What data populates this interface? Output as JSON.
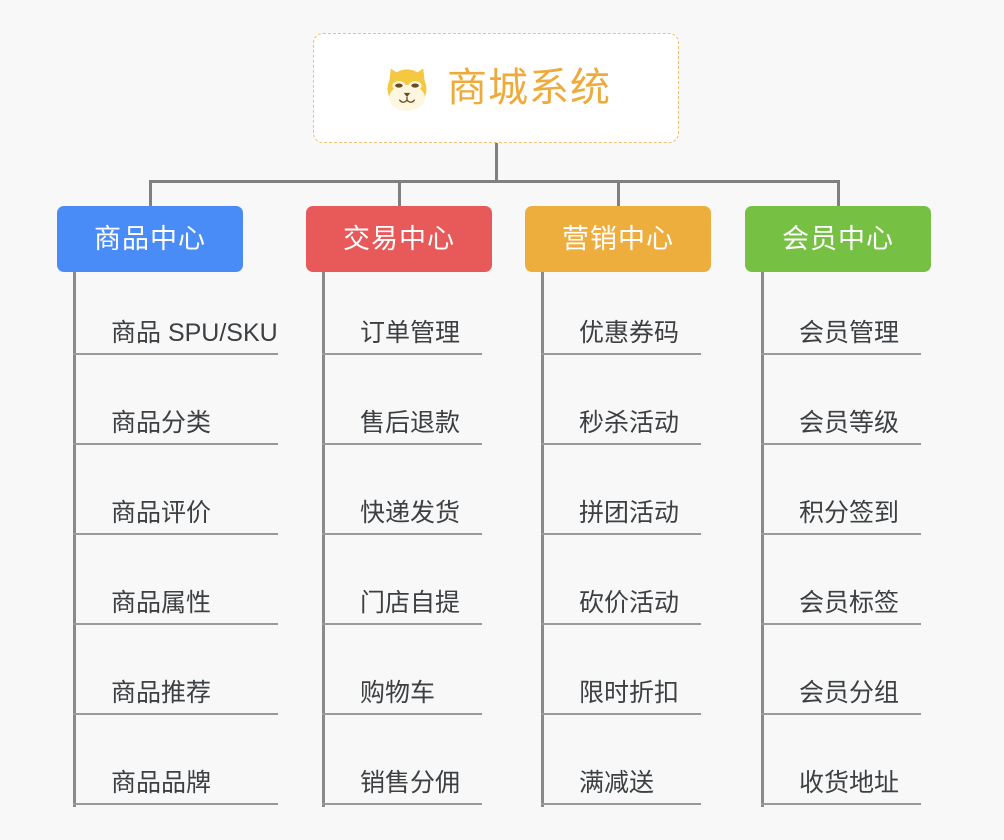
{
  "background_color": "#f8f8f8",
  "root": {
    "title": "商城系统",
    "icon": "dog-face-emoji",
    "text_color": "#eeab3b",
    "border_color": "#f0c070",
    "background": "#ffffff"
  },
  "connector_color": "#808080",
  "branches": [
    {
      "label": "商品中心",
      "color": "#4a8cf7",
      "leaves": [
        "商品 SPU/SKU",
        "商品分类",
        "商品评价",
        "商品属性",
        "商品推荐",
        "商品品牌"
      ]
    },
    {
      "label": "交易中心",
      "color": "#e8595a",
      "leaves": [
        "订单管理",
        "售后退款",
        "快递发货",
        "门店自提",
        "购物车",
        "销售分佣"
      ]
    },
    {
      "label": "营销中心",
      "color": "#eeae3d",
      "leaves": [
        "优惠券码",
        "秒杀活动",
        "拼团活动",
        "砍价活动",
        "限时折扣",
        "满减送"
      ]
    },
    {
      "label": "会员中心",
      "color": "#76c043",
      "leaves": [
        "会员管理",
        "会员等级",
        "积分签到",
        "会员标签",
        "会员分组",
        "收货地址"
      ]
    }
  ]
}
